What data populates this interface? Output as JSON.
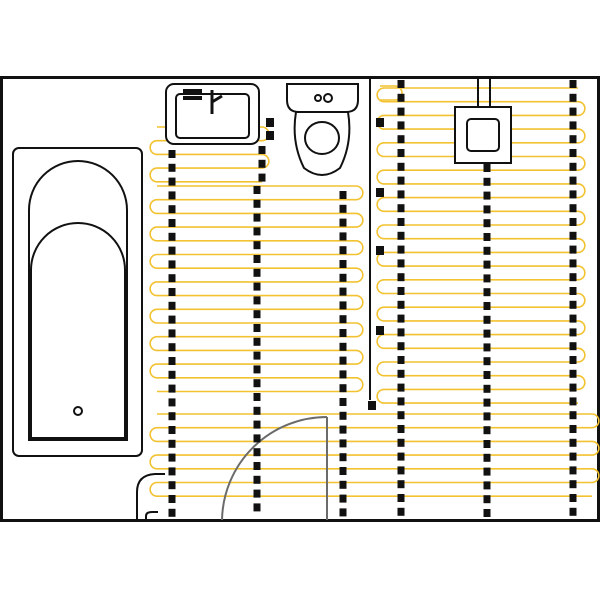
{
  "colors": {
    "background": "#ffffff",
    "wall": "#111111",
    "cable": "#f2c230",
    "spacer": "#111111",
    "door_arc": "#6b6b6b"
  },
  "fixtures": [
    {
      "name": "bathtub",
      "icon": "bathtub-icon"
    },
    {
      "name": "sink",
      "icon": "sink-icon"
    },
    {
      "name": "toilet",
      "icon": "toilet-icon"
    },
    {
      "name": "thermostat",
      "icon": "thermostat-icon"
    },
    {
      "name": "door",
      "icon": "door-swing-icon"
    }
  ],
  "heating": {
    "element": "heating-cable",
    "spacer": "cable-spacer-strip"
  }
}
